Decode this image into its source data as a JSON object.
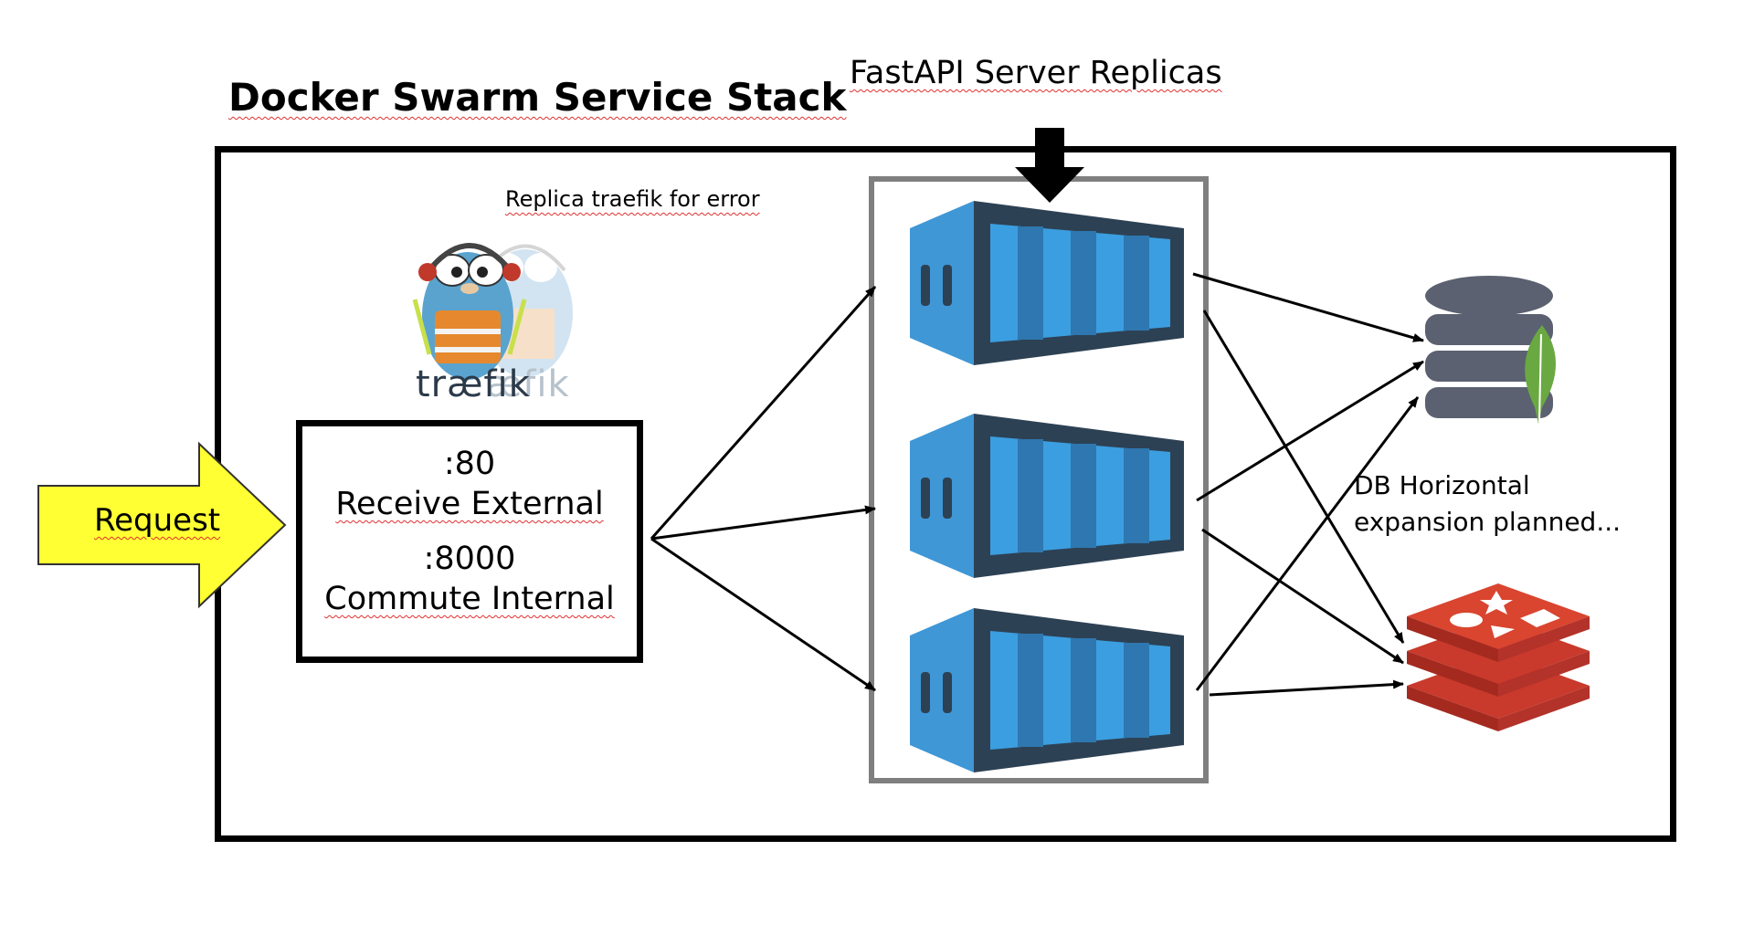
{
  "diagram": {
    "stack_title": "Docker Swarm Service Stack",
    "replicas_title": "FastAPI Server Replicas",
    "traefik_note": "Replica traefik for error",
    "traefik_logo_text": "træfik",
    "traefik_logo_ghost_text": "æfik",
    "router": {
      "port_external": ":80",
      "external_label": "Receive External",
      "port_internal": ":8000",
      "internal_label": "Commute Internal"
    },
    "request_label": "Request",
    "db_note": "DB Horizontal expansion planned...",
    "colors": {
      "request_fill": "#ffff33",
      "container_light": "#3b9ee0",
      "container_dark": "#2d4154",
      "db_gray": "#5b6170",
      "mongo_leaf": "#6aa842",
      "redis_red": "#c93a2c"
    },
    "icons": {
      "traefik": "traefik-gopher-icon",
      "container": "docker-container-icon",
      "database": "mongodb-database-icon",
      "cache": "redis-icon"
    }
  }
}
